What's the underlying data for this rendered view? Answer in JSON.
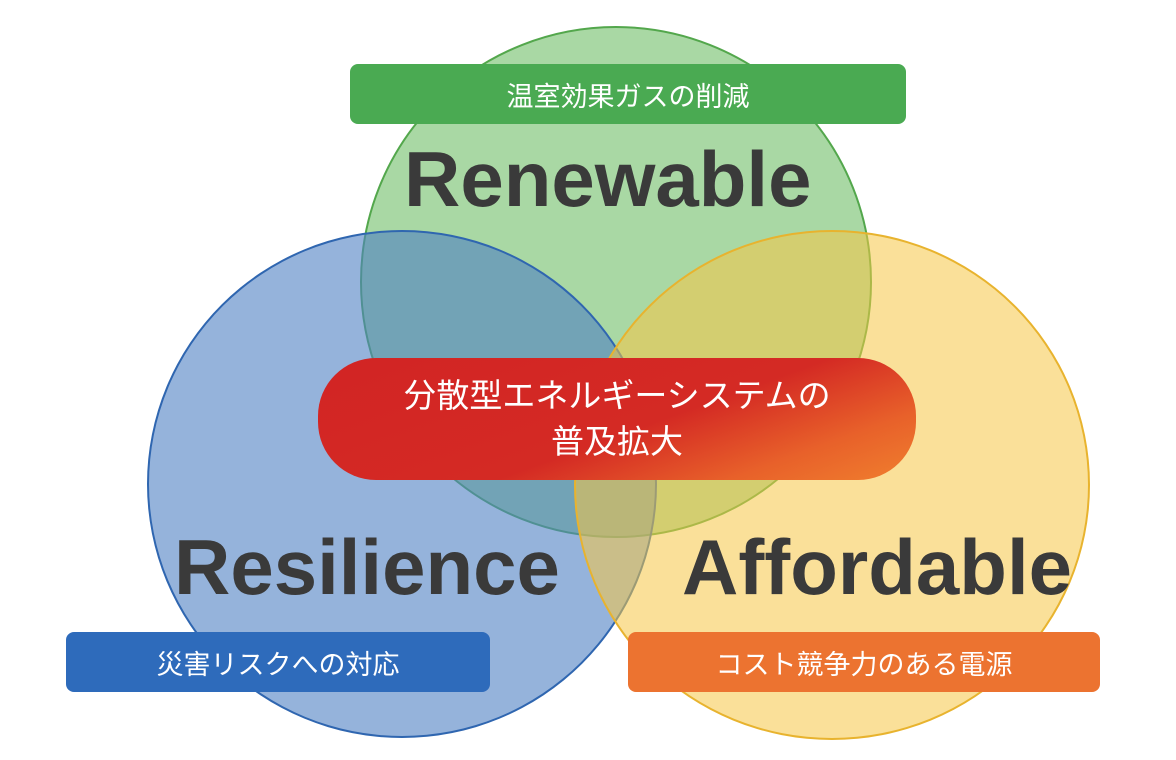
{
  "diagram": {
    "sets": {
      "renewable": {
        "title": "Renewable",
        "tag": "温室効果ガスの削減",
        "circle_color": "#74c06c",
        "tag_color": "#4aaa52"
      },
      "resilience": {
        "title": "Resilience",
        "tag": "災害リスクへの対応",
        "circle_color": "#4f81c3",
        "tag_color": "#2e6bbb"
      },
      "affordable": {
        "title": "Affordable",
        "tag": "コスト競争力のある電源",
        "circle_color": "#f5c646",
        "tag_color": "#ec7330"
      }
    },
    "center": {
      "line1": "分散型エネルギーシステムの",
      "line2": "普及拡大",
      "gradient_colors": [
        "#d22424",
        "#f07f2e"
      ]
    }
  }
}
